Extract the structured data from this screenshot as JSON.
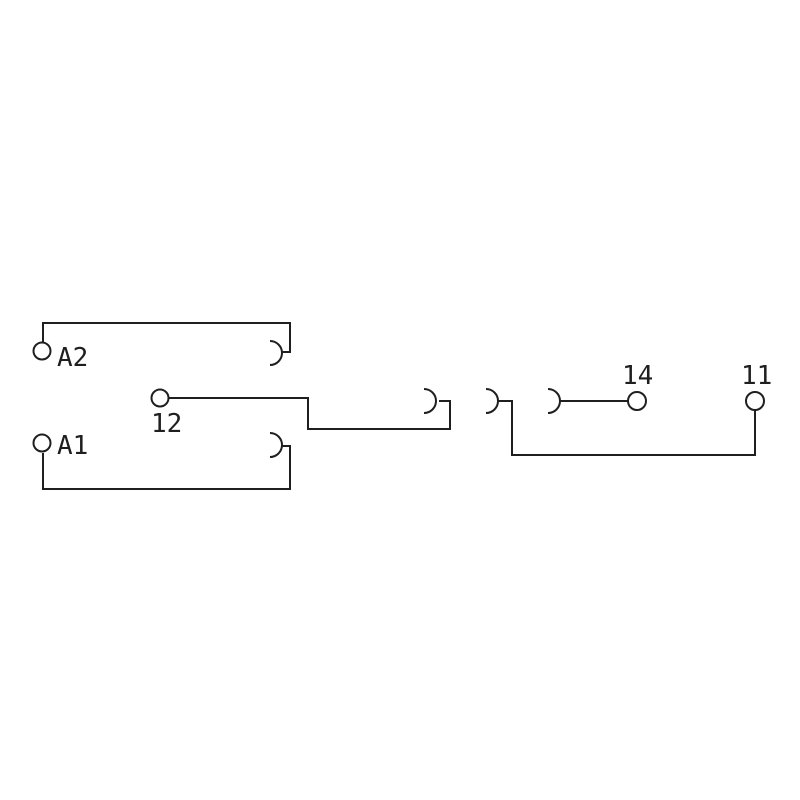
{
  "diagram": {
    "colors": {
      "line": "#1f1f1f",
      "background": "#ffffff"
    },
    "terminals": {
      "a2": "A2",
      "a1": "A1",
      "t12": "12",
      "t14": "14",
      "t11": "11"
    }
  }
}
